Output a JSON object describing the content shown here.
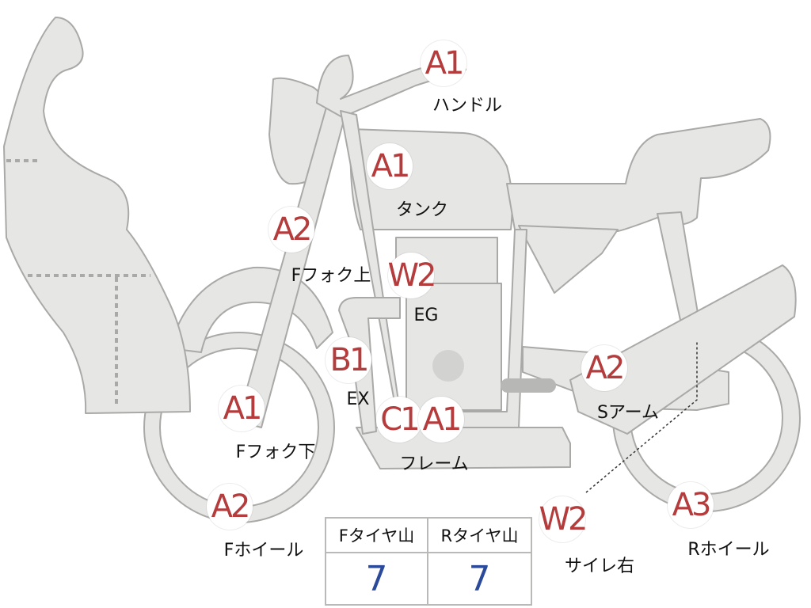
{
  "markers": [
    {
      "id": "handle",
      "grade": "A1",
      "label": "ハンドル"
    },
    {
      "id": "tank",
      "grade": "A1",
      "label": "タンク"
    },
    {
      "id": "f-fork-upper",
      "grade": "A2",
      "label": "Fフォク上"
    },
    {
      "id": "eg",
      "grade": "W2",
      "label": "EG"
    },
    {
      "id": "ex",
      "grade": "B1",
      "label": "EX"
    },
    {
      "id": "f-fork-lower",
      "grade": "A1",
      "label": "Fフォク下"
    },
    {
      "id": "frame-c1",
      "grade": "C1",
      "label": ""
    },
    {
      "id": "frame-a1",
      "grade": "A1",
      "label": "フレーム"
    },
    {
      "id": "s-arm",
      "grade": "A2",
      "label": "Sアーム"
    },
    {
      "id": "f-wheel",
      "grade": "A2",
      "label": "Fホイール"
    },
    {
      "id": "muffler-right",
      "grade": "W2",
      "label": "サイレ右"
    },
    {
      "id": "r-wheel",
      "grade": "A3",
      "label": "Rホイール"
    }
  ],
  "tire_table": {
    "headers": [
      "Fタイヤ山",
      "Rタイヤ山"
    ],
    "values": [
      "7",
      "7"
    ]
  },
  "colors": {
    "grade_text": "#b43c3c",
    "tire_value": "#2c4a9a",
    "part_fill": "#e6e6e4",
    "part_stroke": "#a9aaa7"
  }
}
